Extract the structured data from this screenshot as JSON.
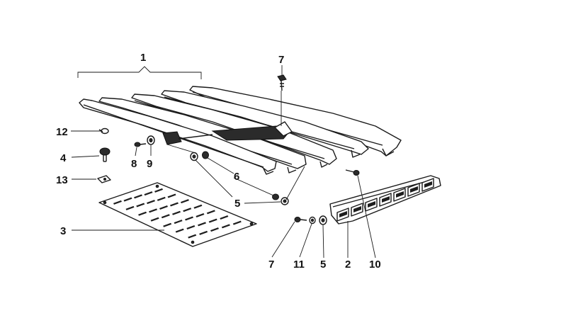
{
  "callouts": {
    "c1": "1",
    "c2": "2",
    "c3": "3",
    "c4": "4",
    "c5a": "5",
    "c5b": "5",
    "c6": "6",
    "c7a": "7",
    "c7b": "7",
    "c8": "8",
    "c9": "9",
    "c10": "10",
    "c11": "11",
    "c12": "12",
    "c13": "13"
  }
}
